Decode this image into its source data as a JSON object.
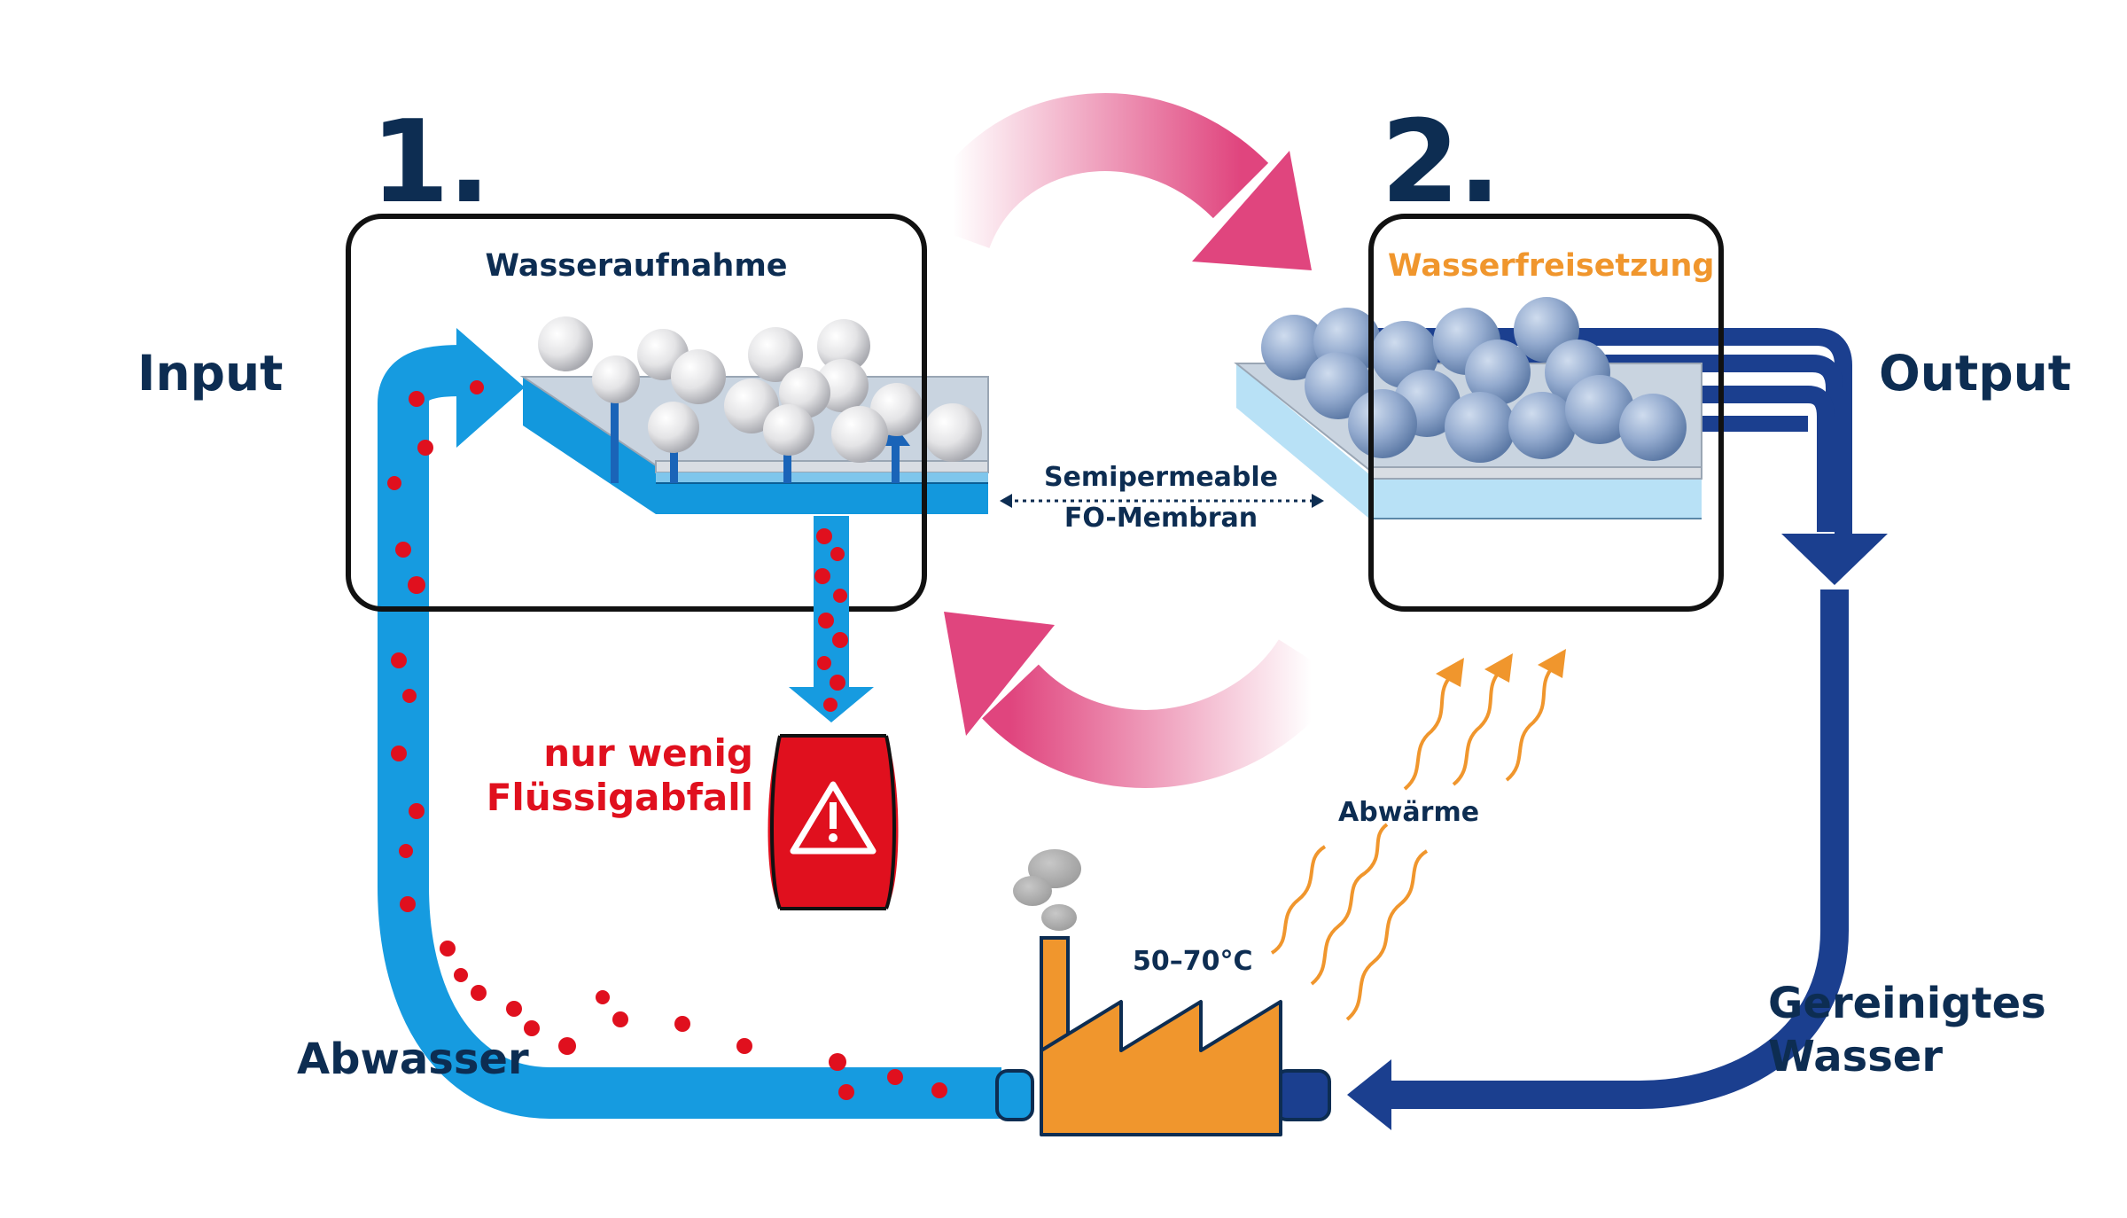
{
  "step1": {
    "number": "1.",
    "title": "Wasseraufnahme"
  },
  "step2": {
    "number": "2.",
    "title": "Wasserfreisetzung"
  },
  "input_label": "Input",
  "output_label": "Output",
  "membrane_label": {
    "line1": "Semipermeable",
    "line2": "FO-Membran"
  },
  "waste_label": {
    "line1": "nur wenig",
    "line2": "Flüssigabfall"
  },
  "abwaerme_label": "Abwärme",
  "temperature_label": "50–70°C",
  "abwasser_label": "Abwasser",
  "clean_water_label": {
    "line1": "Gereinigtes",
    "line2": "Wasser"
  },
  "icons": [
    "warning-icon",
    "factory-icon",
    "smoke-icon"
  ],
  "colors": {
    "dark_navy": "#0d2d52",
    "light_blue_pipe": "#169be0",
    "dark_blue_pipe": "#1b3f8f",
    "pink_arrow": "#e0457e",
    "orange": "#f0962d",
    "red": "#e0101e"
  }
}
